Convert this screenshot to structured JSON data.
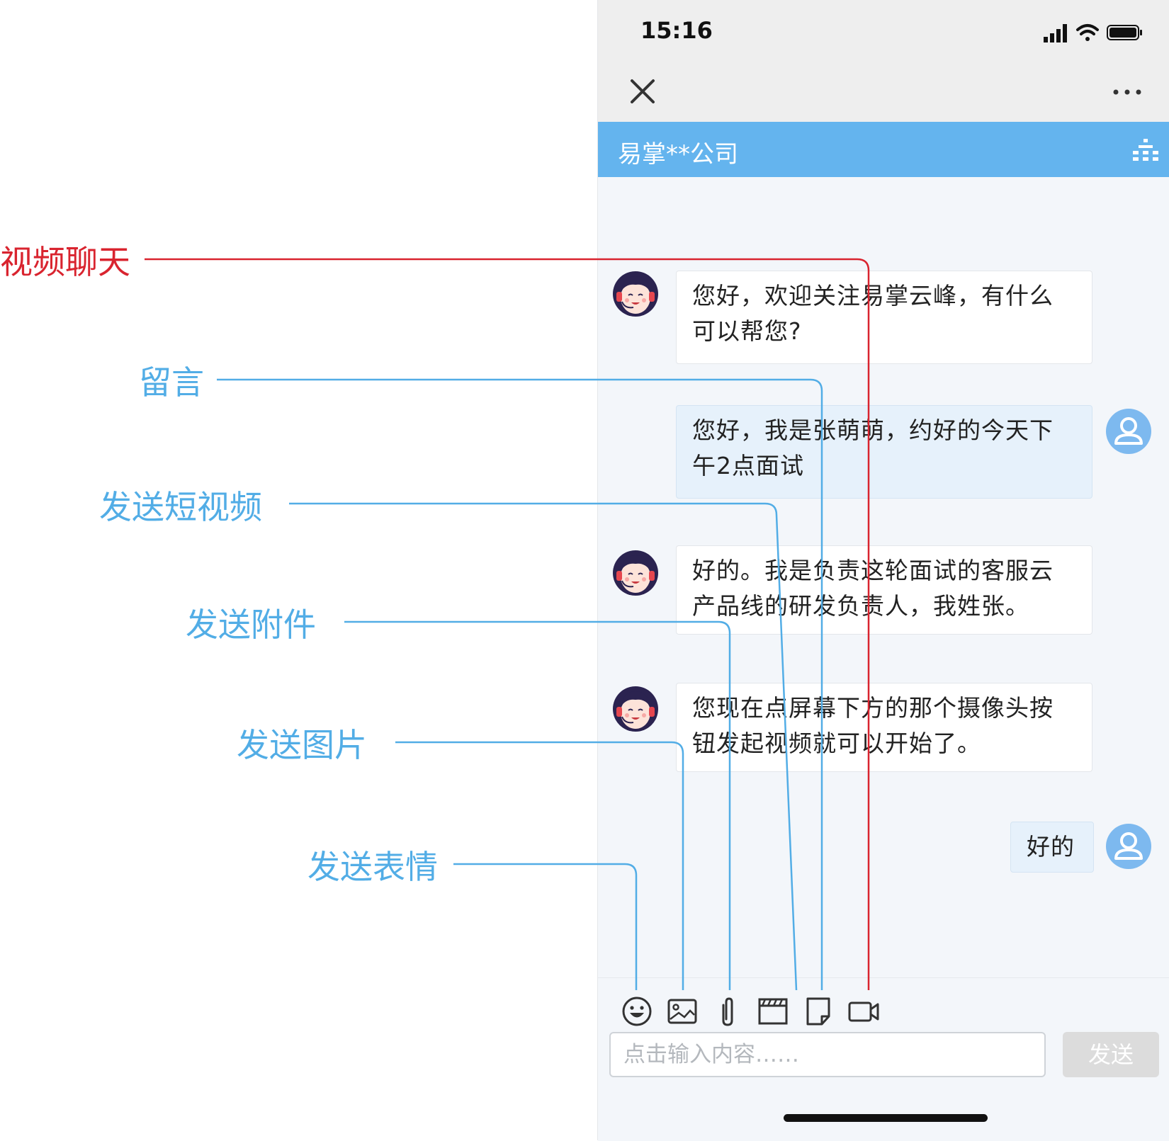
{
  "status_bar": {
    "time": "15:16"
  },
  "header": {
    "title": "易掌**公司"
  },
  "messages": [
    {
      "side": "in",
      "text": "您好，欢迎关注易掌云峰，有什么可以帮您?"
    },
    {
      "side": "out",
      "text": "您好，我是张萌萌，约好的今天下午2点面试"
    },
    {
      "side": "in",
      "text": "好的。我是负责这轮面试的客服云产品线的研发负责人，我姓张。"
    },
    {
      "side": "in",
      "text": "您现在点屏幕下方的那个摄像头按钮发起视频就可以开始了。"
    },
    {
      "side": "out",
      "text": "好的"
    }
  ],
  "composer": {
    "placeholder": "点击输入内容……",
    "send_label": "发送"
  },
  "toolbar_icons": [
    "emoji-icon",
    "image-icon",
    "paperclip-icon",
    "clapperboard-icon",
    "note-icon",
    "video-camera-icon"
  ],
  "callouts": {
    "video_chat": "视频聊天",
    "message": "留言",
    "short_video": "发送短视频",
    "attachment": "发送附件",
    "image": "发送图片",
    "emoji": "发送表情"
  },
  "colors": {
    "header": "#64b4ee",
    "callout_red": "#d9242f",
    "callout_blue": "#52ade6",
    "out_bubble": "#e6f1fb"
  }
}
